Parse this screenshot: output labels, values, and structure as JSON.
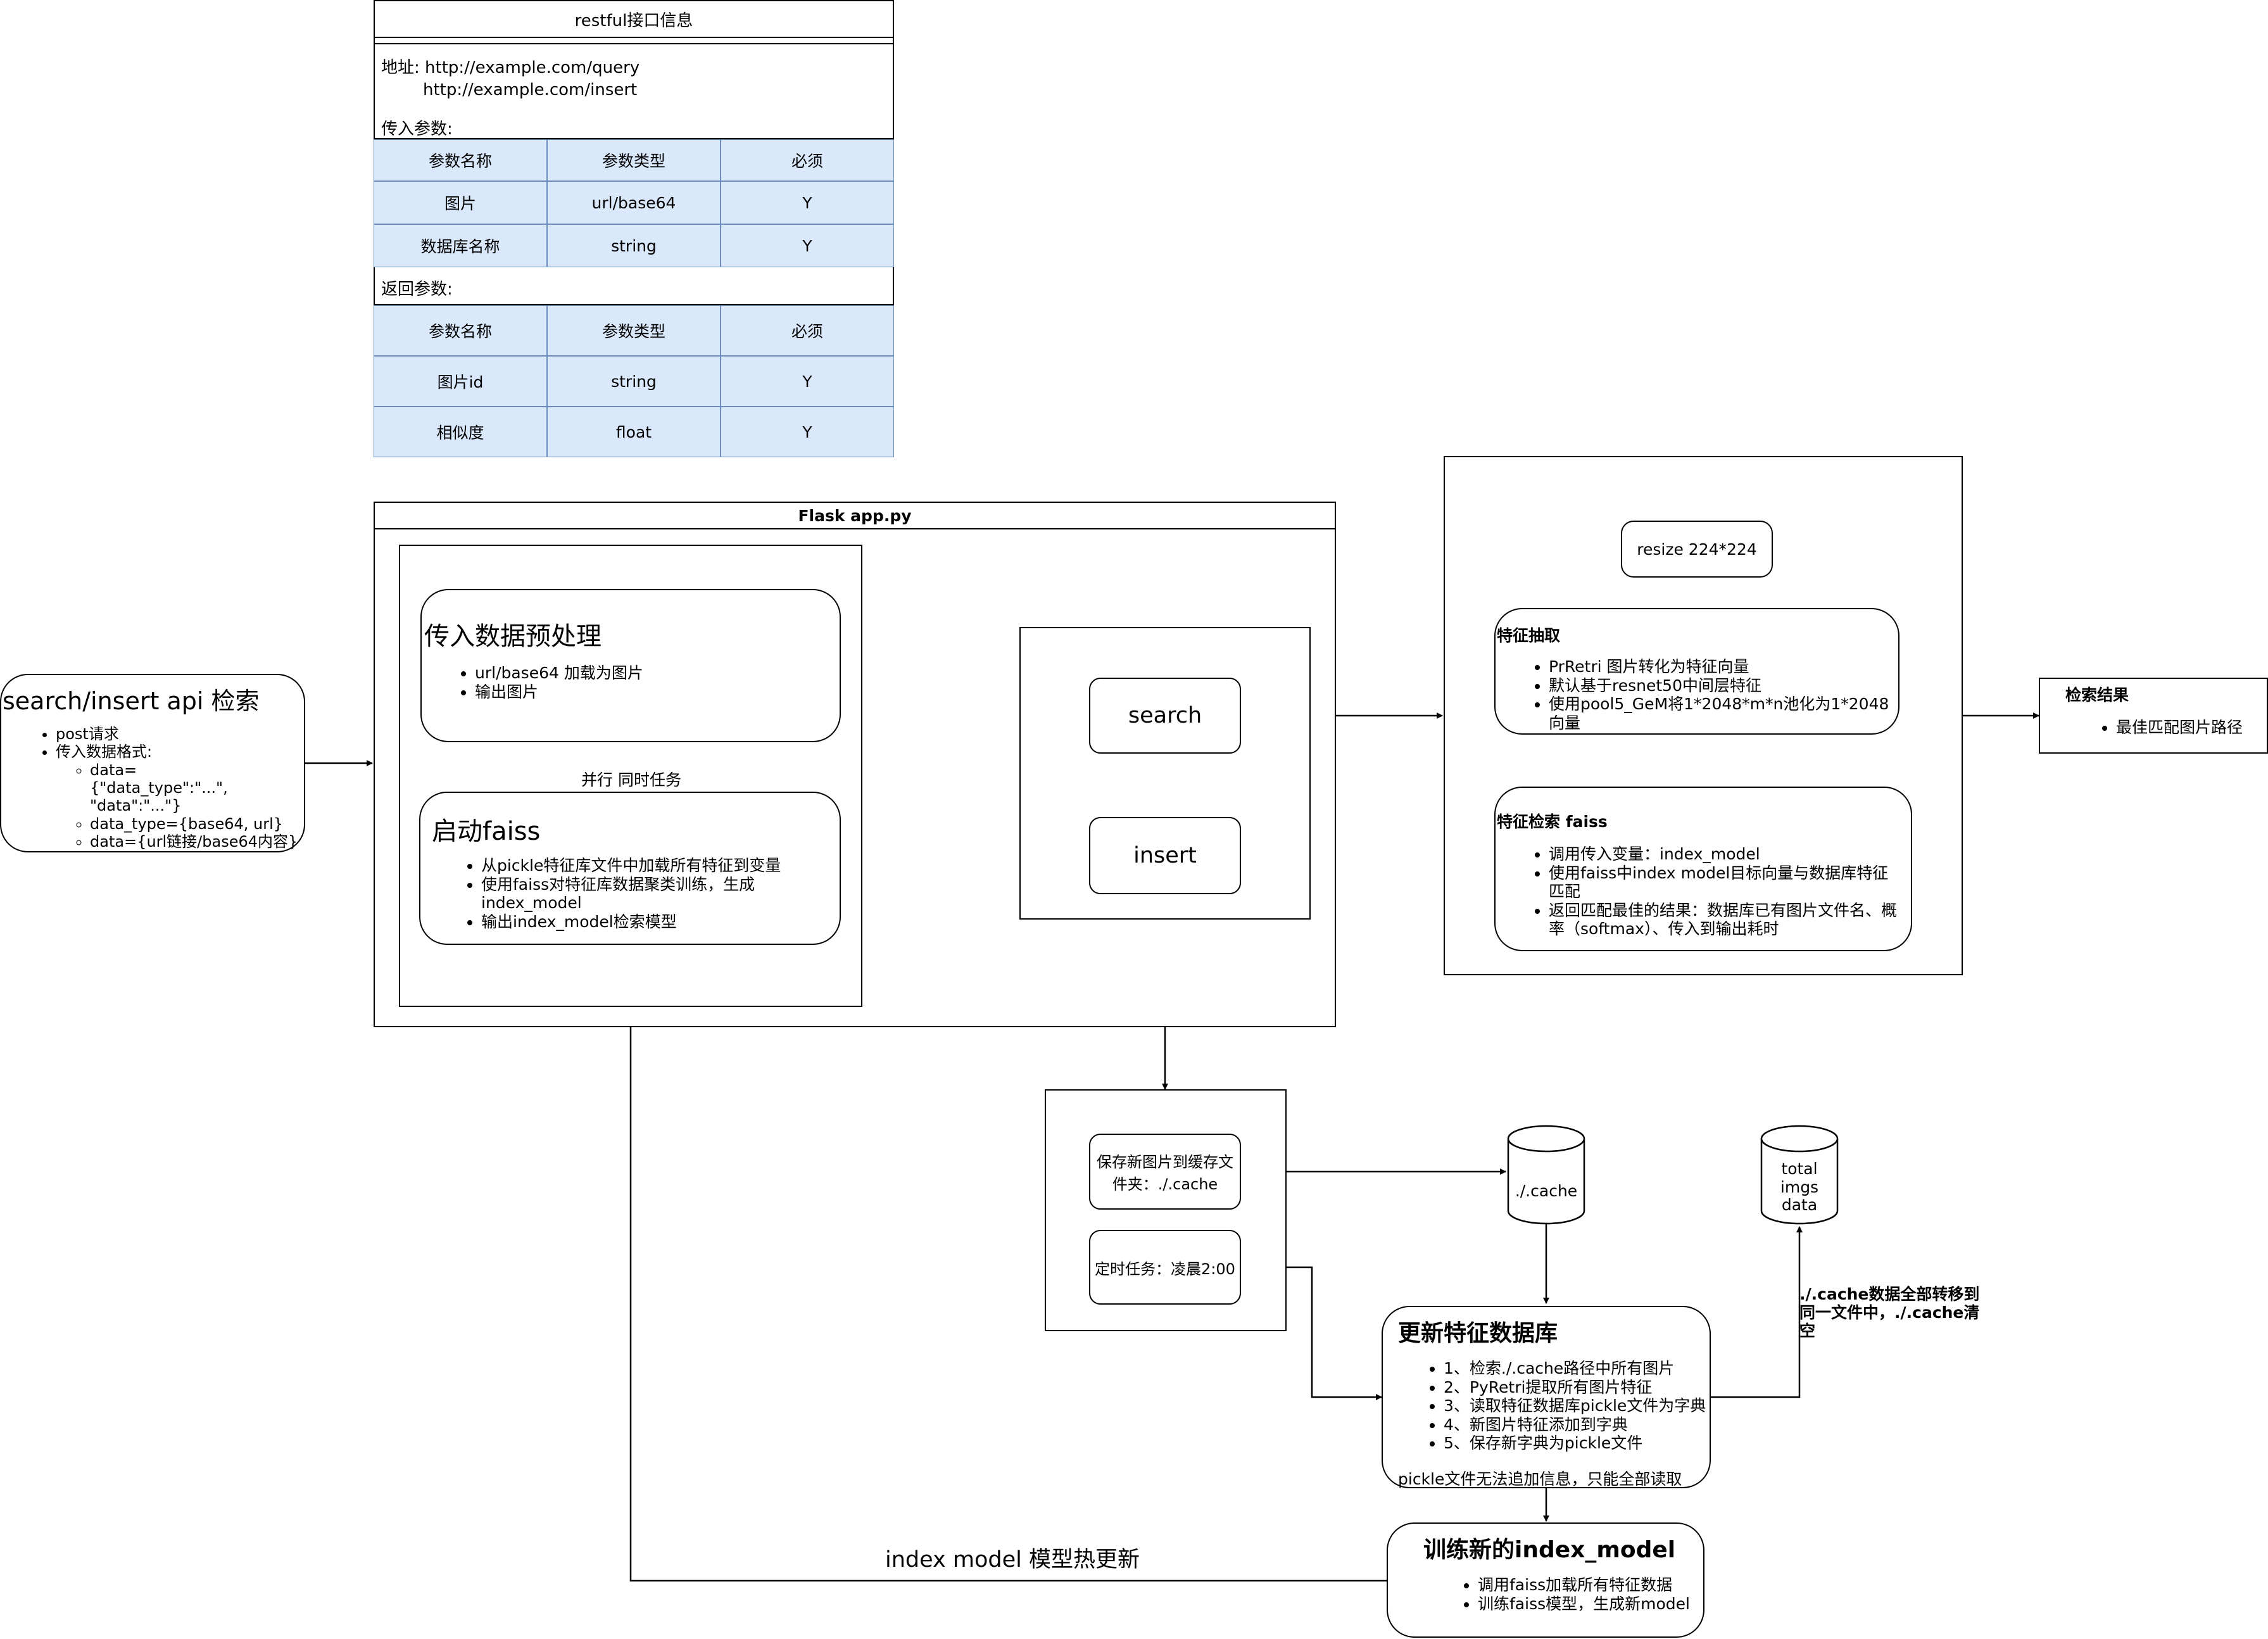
{
  "api_table": {
    "title": "restful接口信息",
    "address_label": "地址: http://example.com/query",
    "address_line2": "http://example.com/insert",
    "input_params_label": "传入参数:",
    "input_header": [
      "参数名称",
      "参数类型",
      "必须"
    ],
    "input_rows": [
      [
        "图片",
        "url/base64",
        "Y"
      ],
      [
        "数据库名称",
        "string",
        "Y"
      ]
    ],
    "output_params_label": "返回参数:",
    "output_header": [
      "参数名称",
      "参数类型",
      "必须"
    ],
    "output_rows": [
      [
        "图片id",
        "string",
        "Y"
      ],
      [
        "相似度",
        "float",
        "Y"
      ]
    ]
  },
  "search_insert": {
    "title": "search/insert api 检索",
    "items": [
      "post请求",
      "传入数据格式:"
    ],
    "sub_items": [
      "data={\"data_type\":\"...\", \"data\":\"...\"}",
      "data_type={base64, url}",
      "data={url链接/base64内容}"
    ]
  },
  "flask": {
    "title": "Flask app.py",
    "preprocess_title": "传入数据预处理",
    "preprocess_items": [
      "url/base64 加载为图片",
      "输出图片"
    ],
    "parallel_label": "并行 同时任务",
    "faiss_title": "启动faiss",
    "faiss_items": [
      "从pickle特征库文件中加载所有特征到变量",
      "使用faiss对特征库数据聚类训练，生成index_model",
      "输出index_model检索模型"
    ],
    "search_label": "search",
    "insert_label": "insert"
  },
  "pipeline": {
    "resize_label": "resize 224*224",
    "extract_title": "特征抽取",
    "extract_items": [
      "PrRetri 图片转化为特征向量",
      "默认基于resnet50中间层特征",
      "使用pool5_GeM将1*2048*m*n池化为1*2048向量"
    ],
    "retrieval_title": "特征检索 faiss",
    "retrieval_items": [
      "调用传入变量：index_model",
      "使用faiss中index model目标向量与数据库特征匹配",
      "返回匹配最佳的结果：数据库已有图片文件名、概率（softmax）、传入到输出耗时"
    ]
  },
  "result": {
    "title": "检索结果",
    "items": [
      "最佳匹配图片路径"
    ]
  },
  "insert_tasks": {
    "save_label": "保存新图片到缓存文件夹：./.cache",
    "schedule_label": "定时任务：凌晨2:00"
  },
  "storage": {
    "cache_label": "./.cache",
    "total_label": "total imgs data",
    "transfer_note": "./.cache数据全部转移到同一文件中，./.cache清空"
  },
  "update_db": {
    "title": "更新特征数据库",
    "items": [
      "1、检索./.cache路径中所有图片",
      "2、PyRetri提取所有图片特征",
      "3、读取特征数据库pickle文件为字典",
      "4、新图片特征添加到字典",
      "5、保存新字典为pickle文件"
    ],
    "note": "pickle文件无法追加信息，只能全部读取"
  },
  "train_model": {
    "title": "训练新的index_model",
    "items": [
      "调用faiss加载所有特征数据",
      "训练faiss模型，生成新model"
    ]
  },
  "hot_update_label": "index model 模型热更新",
  "colors": {
    "table_fill": "#dae8fc",
    "table_border": "#6c8ebf",
    "line": "#000000"
  }
}
